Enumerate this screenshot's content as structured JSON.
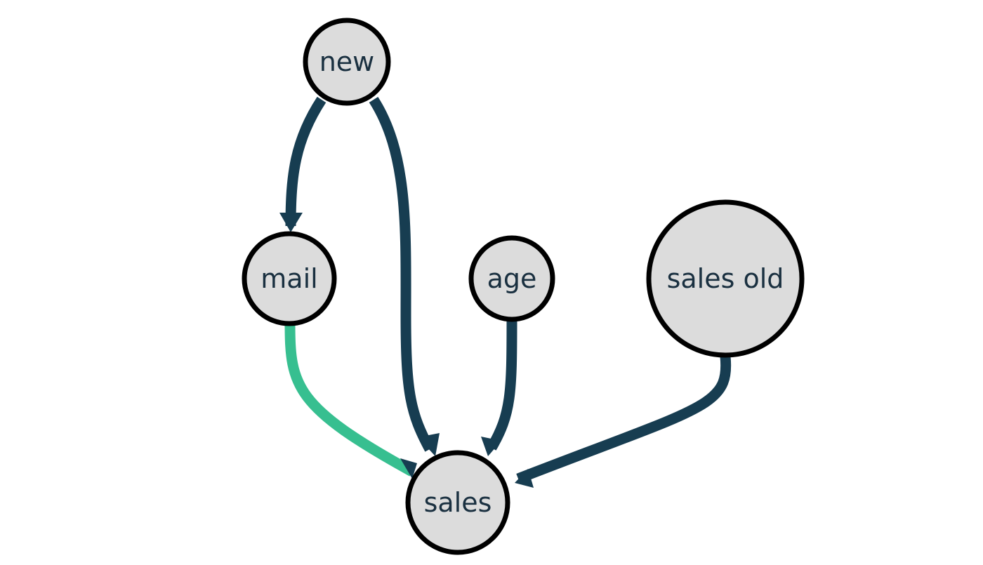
{
  "diagram": {
    "type": "directed-graph",
    "colors": {
      "node_fill": "#dcdcdc",
      "node_stroke": "#000000",
      "label": "#1a3040",
      "edge_default": "#173d51",
      "edge_highlight": "#37bf90",
      "background": "#ffffff"
    },
    "nodes": [
      {
        "id": "new",
        "label": "new"
      },
      {
        "id": "mail",
        "label": "mail"
      },
      {
        "id": "age",
        "label": "age"
      },
      {
        "id": "sales_old",
        "label": "sales old"
      },
      {
        "id": "sales",
        "label": "sales"
      }
    ],
    "edges": [
      {
        "id": "new-mail",
        "from": "new",
        "to": "mail",
        "highlight": false
      },
      {
        "id": "new-sales",
        "from": "new",
        "to": "sales",
        "highlight": false
      },
      {
        "id": "mail-sales",
        "from": "mail",
        "to": "sales",
        "highlight": true
      },
      {
        "id": "age-sales",
        "from": "age",
        "to": "sales",
        "highlight": false
      },
      {
        "id": "sales_old-sales",
        "from": "sales_old",
        "to": "sales",
        "highlight": false
      }
    ]
  }
}
